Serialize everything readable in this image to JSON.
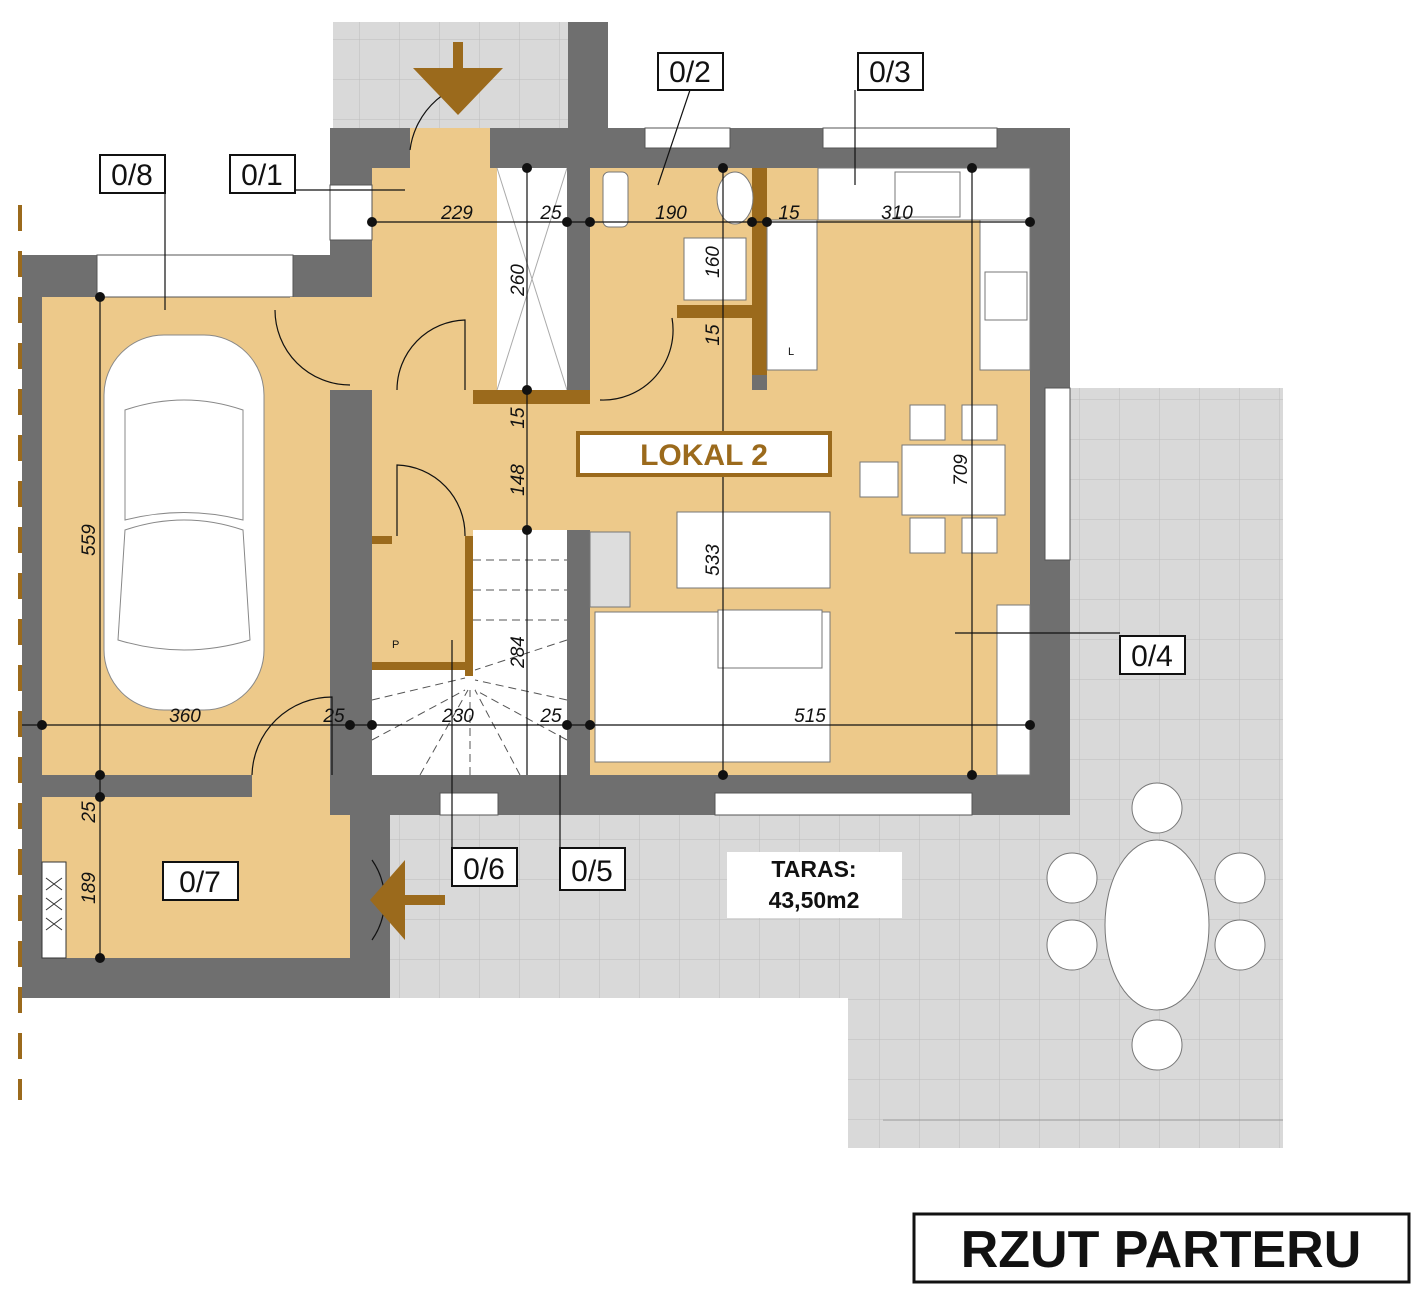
{
  "title": "RZUT PARTERU",
  "unit_label": "LOKAL 2",
  "terrace": {
    "label": "TARAS:",
    "area": "43,50m2"
  },
  "rooms": [
    {
      "id": "0/1"
    },
    {
      "id": "0/2"
    },
    {
      "id": "0/3"
    },
    {
      "id": "0/4"
    },
    {
      "id": "0/5"
    },
    {
      "id": "0/6"
    },
    {
      "id": "0/7"
    },
    {
      "id": "0/8"
    }
  ],
  "dimensions": {
    "top_hall": "229",
    "top_wall1": "25",
    "top_bath": "190",
    "top_partition": "15",
    "top_kitchen": "310",
    "closet_depth": "260",
    "bath_depth": "160",
    "bath_partition": "15",
    "hall_partition": "15",
    "hall_depth": "148",
    "living_depth": "533",
    "living_total": "709",
    "garage_depth": "559",
    "stair_depth": "284",
    "bottom_garage": "360",
    "bottom_wall1": "25",
    "bottom_stair": "230",
    "bottom_wall2": "25",
    "bottom_living": "515",
    "garage_wall": "25",
    "storage_depth": "189"
  },
  "fixture_labels": {
    "pantry": "P",
    "fridge": "L"
  },
  "colors": {
    "floor": "#EDC98A",
    "wall": "#6F6F6F",
    "terrace": "#D9D9D9",
    "accent": "#9B6A1C"
  }
}
